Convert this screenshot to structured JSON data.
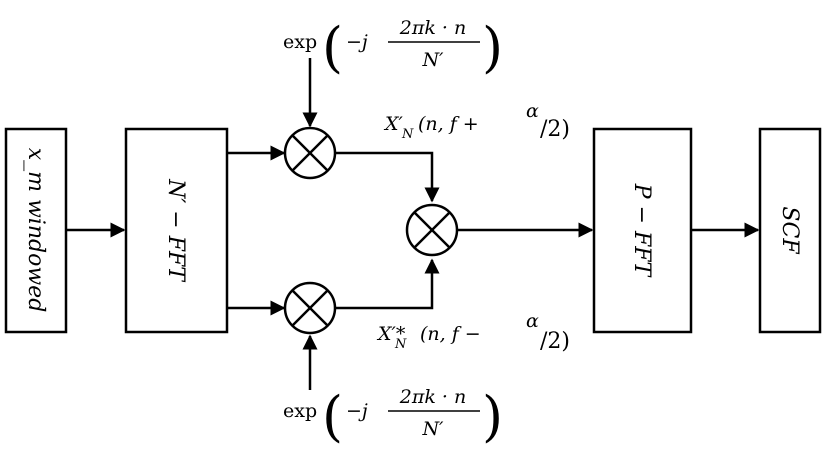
{
  "blocks": {
    "input": "x_m windowed",
    "nfft": "N′ − FFT",
    "pfft": "P − FFT",
    "scf": "SCF"
  },
  "top_exp": {
    "func": "exp",
    "minus_j": "−j",
    "numerator": "2πk · n",
    "denominator": "N′"
  },
  "bottom_exp": {
    "func": "exp",
    "minus_j": "−j",
    "numerator": "2πk · n",
    "denominator": "N′"
  },
  "top_signal": {
    "symbol": "X′",
    "subscript": "N",
    "args": "(n, f + ",
    "alpha": "α",
    "slash_two": "/2)"
  },
  "bottom_signal": {
    "symbol": "X′*",
    "subscript": "N",
    "args": "(n, f − ",
    "alpha": "α",
    "slash_two": "/2)"
  }
}
